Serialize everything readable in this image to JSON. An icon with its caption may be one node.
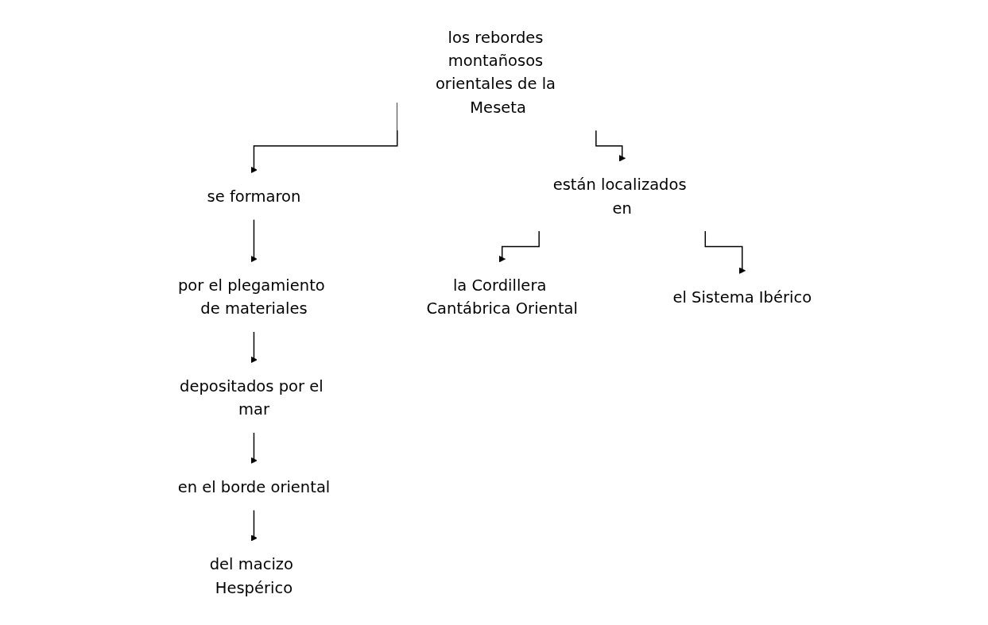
{
  "diagram": {
    "nodes": [
      {
        "text": [
          "los rebordes montañosos orientales de la Meseta"
        ]
      },
      {
        "text": [
          "se formaron"
        ]
      },
      {
        "text": [
          "están localizados en"
        ]
      },
      {
        "text": [
          "por el plegamiento de materiales"
        ]
      },
      {
        "text": [
          "depositados por el mar"
        ]
      },
      {
        "text": [
          "en el borde oriental"
        ]
      },
      {
        "text": [
          "del macizo Hespérico"
        ]
      },
      {
        "text": [
          "la Cordillera Cantábrica Oriental"
        ]
      },
      {
        "text": [
          "el Sistema Ibérico"
        ]
      }
    ],
    "edges": [
      {
        "from": 0,
        "to": 1,
        "arrow": "to"
      },
      {
        "from": 0,
        "to": 2,
        "arrow": "to"
      },
      {
        "from": 1,
        "to": 3,
        "arrow": "to"
      },
      {
        "from": 3,
        "to": 4,
        "arrow": "to"
      },
      {
        "from": 4,
        "to": 5,
        "arrow": "to"
      },
      {
        "from": 5,
        "to": 6,
        "arrow": "to"
      },
      {
        "from": 2,
        "to": 7,
        "arrow": "to"
      },
      {
        "from": 2,
        "to": 8,
        "arrow": "to"
      }
    ]
  }
}
